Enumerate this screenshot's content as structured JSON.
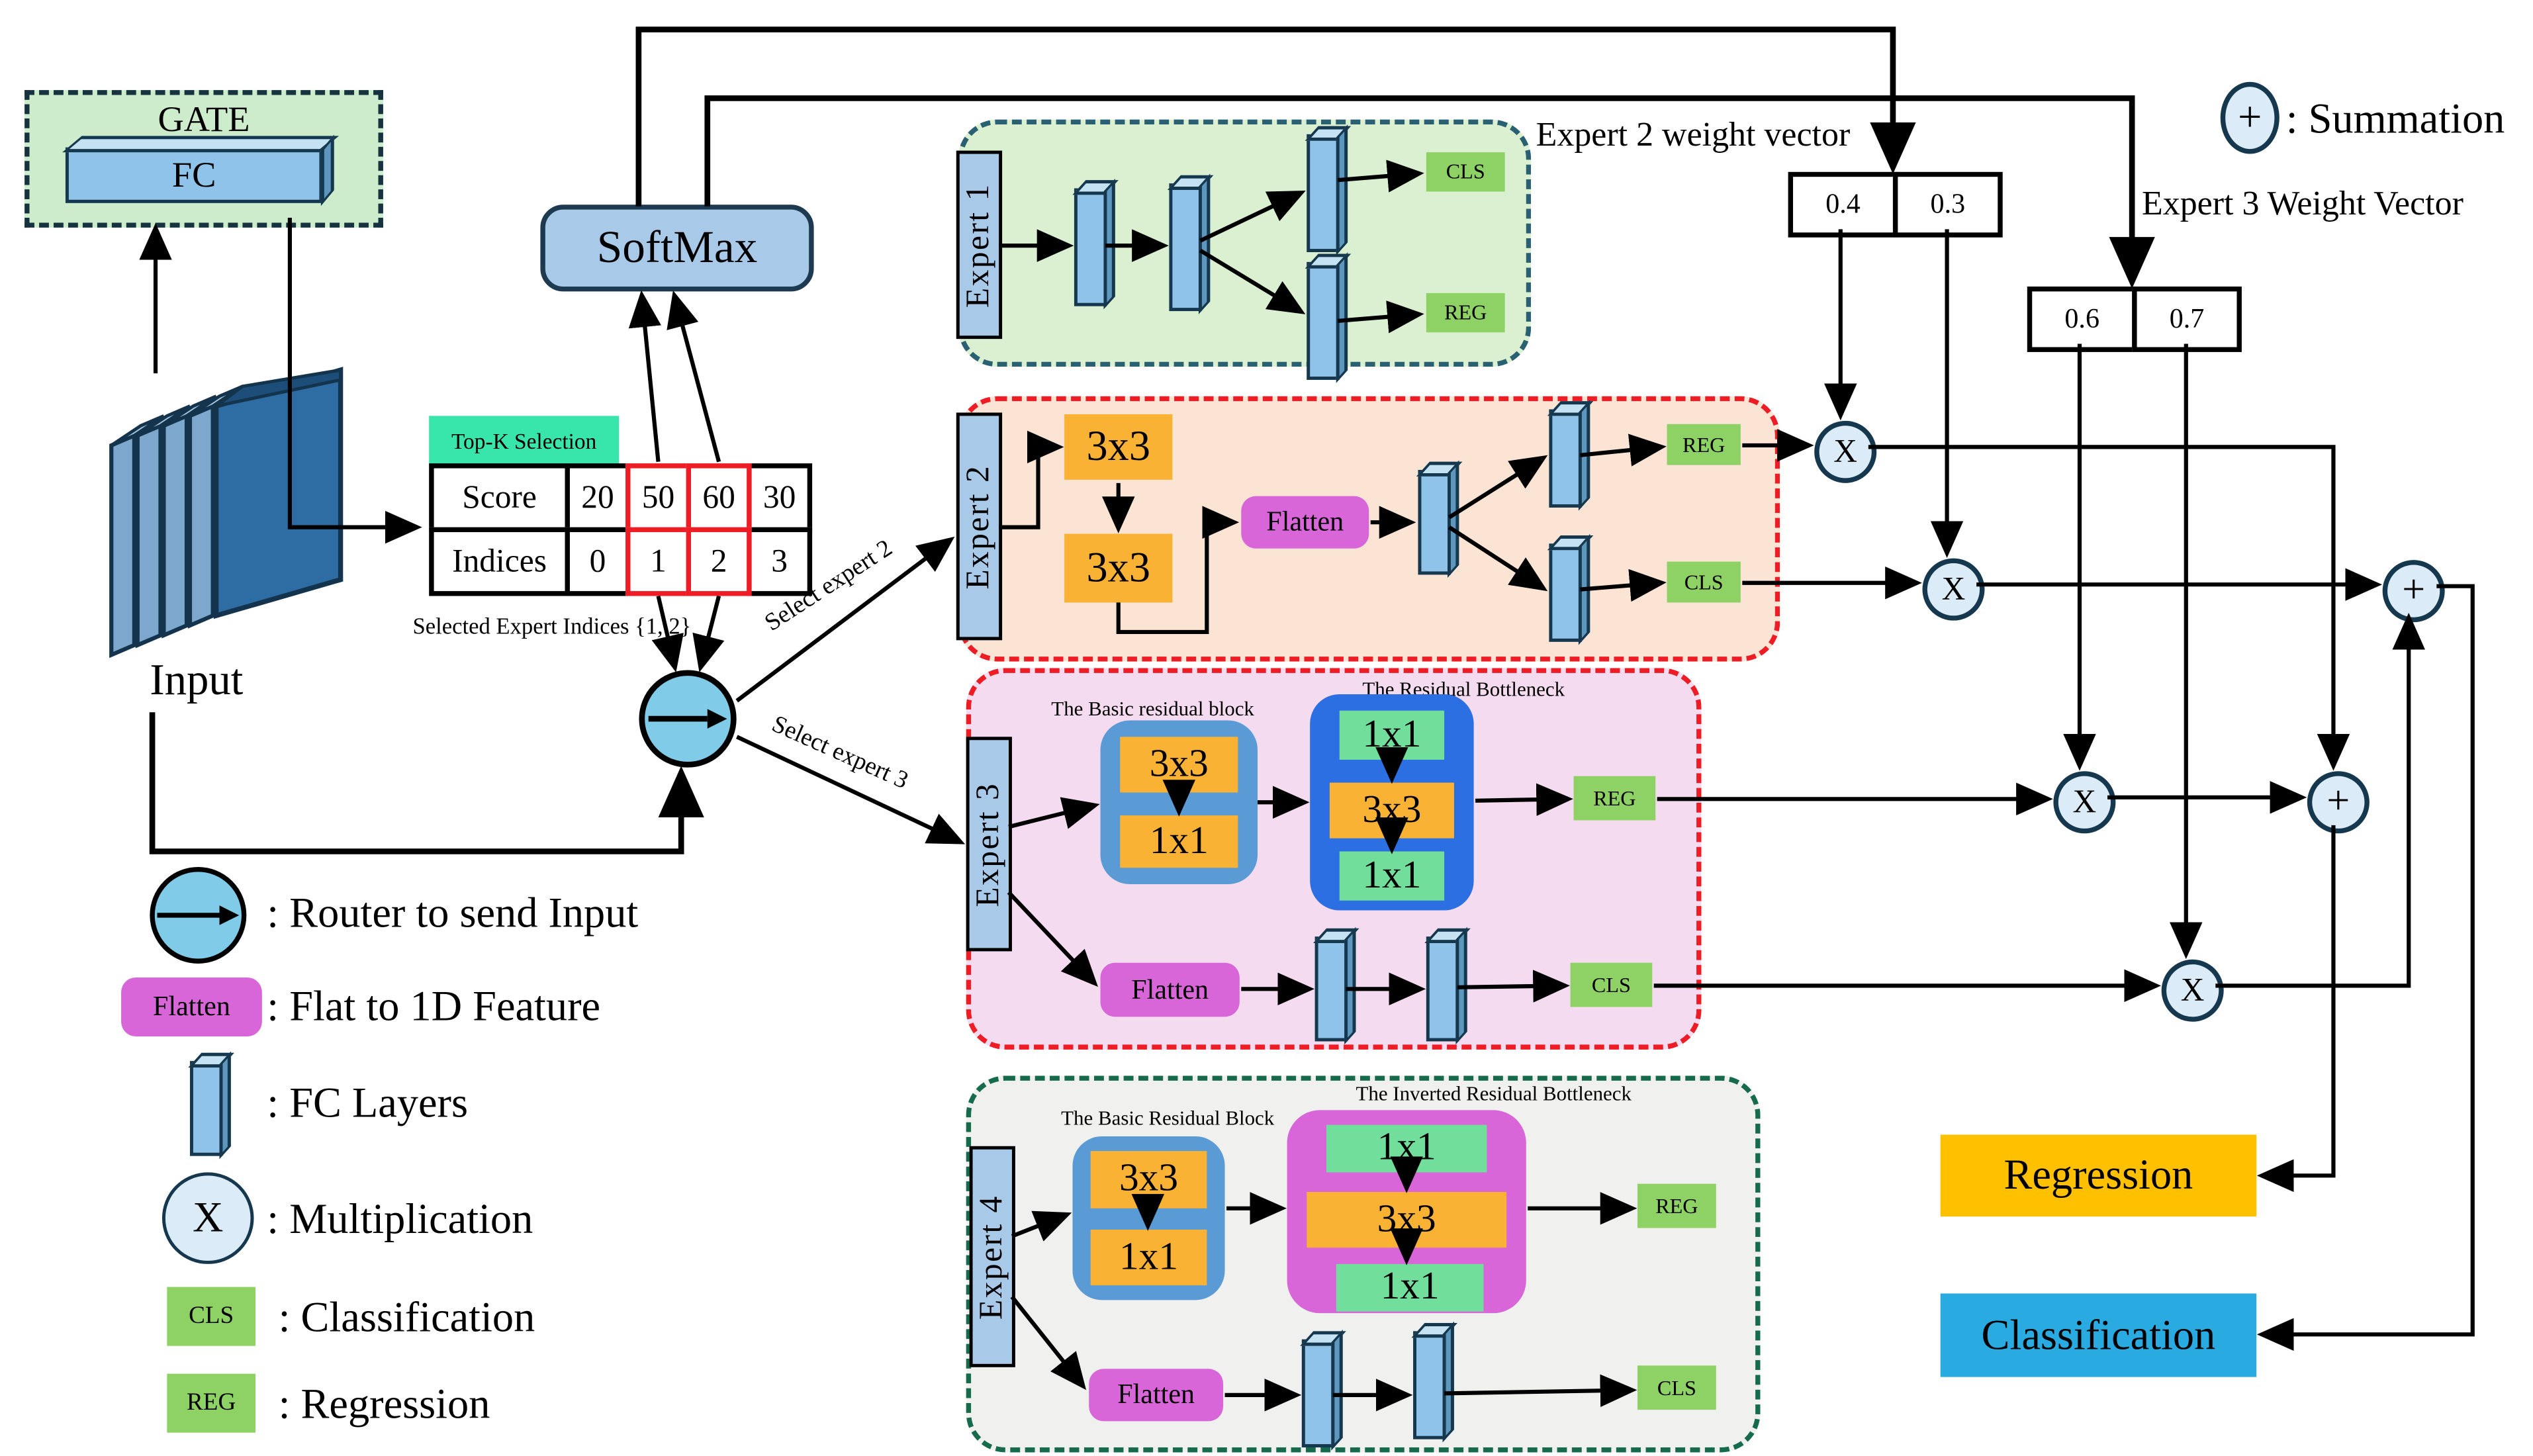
{
  "gate": {
    "title": "GATE",
    "fc_label": "FC"
  },
  "input": {
    "label": "Input"
  },
  "softmax": {
    "label": "SoftMax"
  },
  "topk": {
    "header": "Top-K Selection",
    "rows": [
      {
        "label": "Score",
        "values": [
          "20",
          "50",
          "60",
          "30"
        ]
      },
      {
        "label": "Indices",
        "values": [
          "0",
          "1",
          "2",
          "3"
        ]
      }
    ],
    "selected_columns": [
      1,
      2
    ],
    "note": "Selected Expert Indices {1, 2}"
  },
  "select_labels": {
    "expert2": "Select expert 2",
    "expert3": "Select expert 3"
  },
  "weights": {
    "expert2": {
      "title": "Expert 2 weight vector",
      "values": [
        "0.4",
        "0.3"
      ]
    },
    "expert3": {
      "title": "Expert 3 Weight Vector",
      "values": [
        "0.6",
        "0.7"
      ]
    }
  },
  "experts": {
    "e1": {
      "name": "Expert 1",
      "cls": "CLS",
      "reg": "REG"
    },
    "e2": {
      "name": "Expert 2",
      "conv1": "3x3",
      "conv2": "3x3",
      "flatten": "Flatten",
      "reg": "REG",
      "cls": "CLS"
    },
    "e3": {
      "name": "Expert 3",
      "basic_title": "The Basic residual block",
      "bottleneck_title": "The Residual Bottleneck",
      "basic": [
        "3x3",
        "1x1"
      ],
      "bottleneck": [
        "1x1",
        "3x3",
        "1x1"
      ],
      "flatten": "Flatten",
      "reg": "REG",
      "cls": "CLS"
    },
    "e4": {
      "name": "Expert 4",
      "basic_title": "The Basic Residual Block",
      "bottleneck_title": "The Inverted Residual Bottleneck",
      "basic": [
        "3x3",
        "1x1"
      ],
      "bottleneck": [
        "1x1",
        "3x3",
        "1x1"
      ],
      "flatten": "Flatten",
      "reg": "REG",
      "cls": "CLS"
    }
  },
  "nodes": {
    "multiply": "X",
    "sum": "+"
  },
  "outputs": {
    "regression": "Regression",
    "classification": "Classification"
  },
  "legend": {
    "summation": ": Summation",
    "router": ": Router to send Input",
    "flatten_box": "Flatten",
    "flatten": ": Flat to 1D Feature",
    "fc": ": FC Layers",
    "multiplication": ": Multiplication",
    "cls_box": "CLS",
    "classification": ": Classification",
    "reg_box": "REG",
    "regression": ": Regression"
  },
  "colors": {
    "mint": "#38e6ab",
    "red": "#ee1c25",
    "orange": "#f9b233",
    "green_label": "#8ed164",
    "mint_green": "#71df9b",
    "flatten": "#d966d9",
    "basic_blue": "#5b9bd5",
    "bottleneck_blue": "#2b6fe3",
    "inverted_pink": "#d966d9",
    "regression": "#ffc000",
    "classification": "#29abe2",
    "router_fill": "#7fcbe8",
    "node_fill": "#dcebf8",
    "node_border": "#16384e",
    "softmax_fill": "#a9c9e9",
    "softmax_border": "#1d3a50",
    "gate_fill": "#cdeccb",
    "gate_border": "#17333f",
    "e1_fill": "#dbf0d0",
    "e1_border": "#2a6172",
    "e2_fill": "#fce4d4",
    "e3_fill": "#f4dbf0",
    "e4_fill": "#f0f0ef",
    "e4_border": "#166b4d",
    "label_blue": "#a9c9e9",
    "fc_front": "#8fc3e9",
    "fc_top": "#c4e2f2",
    "fc_side": "#5e97bd",
    "input_face": "#2e6da4",
    "input_edge": "#14344d",
    "input_strip": "#7da7cc"
  }
}
